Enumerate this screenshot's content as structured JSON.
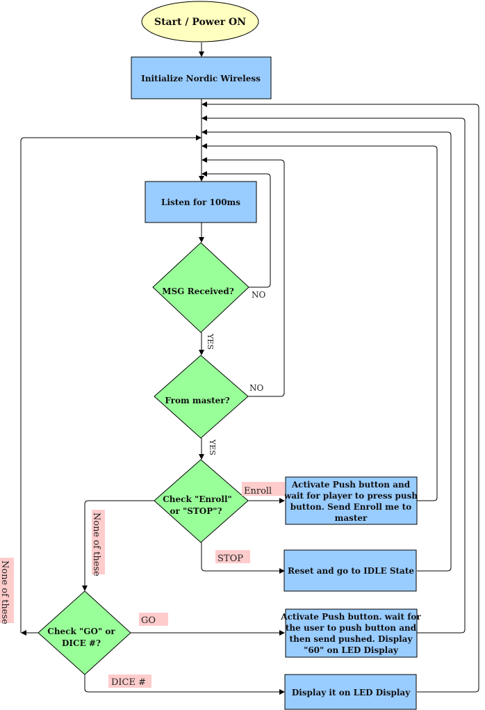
{
  "colors": {
    "start_fill": "#ffffc0",
    "process_fill": "#99ccff",
    "decision_fill": "#99ff99",
    "label_highlight": "#ffcccc",
    "stroke": "#000000"
  },
  "nodes": {
    "start": "Start / Power ON",
    "init": "Initialize Nordic Wireless",
    "listen": "Listen for 100ms",
    "msg_received": "MSG Received?",
    "from_master": "From master?",
    "check_enroll": [
      "Check \"Enroll\"",
      "or \"STOP\"?"
    ],
    "check_go": [
      "Check \"GO\" or",
      "DICE #?"
    ],
    "activate_enroll": [
      "Activate Push button and",
      "wait for player to press push",
      "button. Send Enroll me to",
      "master"
    ],
    "reset_idle": "Reset and go to IDLE State",
    "activate_go": [
      "Activate Push button. wait for",
      "the user to push button and",
      "then send pushed. Display",
      "\"60\" on LED Display"
    ],
    "display_led": "Display it on LED Display"
  },
  "edge_labels": {
    "msg_no": "NO",
    "msg_yes": "YES",
    "master_no": "NO",
    "master_yes": "YES",
    "enroll": "Enroll",
    "stop": "STOP",
    "none1": "None of these",
    "go": "GO",
    "dice": "DICE #",
    "none2": "None of these"
  }
}
